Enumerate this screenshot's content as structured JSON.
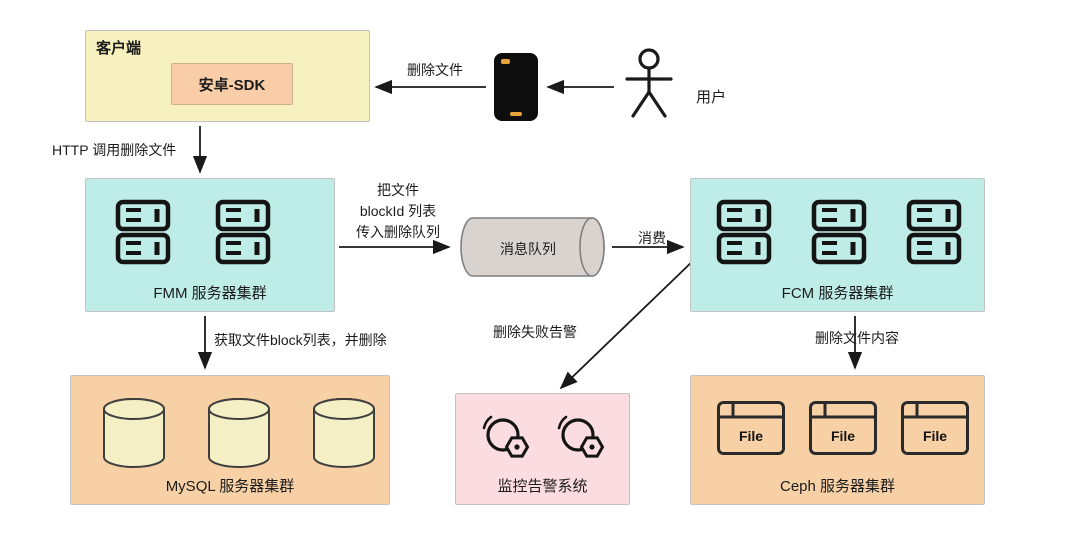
{
  "client": {
    "title": "客户端",
    "sdk": "安卓-SDK"
  },
  "user_label": "用户",
  "edges": {
    "delete_file": "删除文件",
    "http_delete": "HTTP 调用删除文件",
    "blockid": "把文件\nblockId 列表\n传入删除队列",
    "consume": "消费",
    "get_blocks": "获取文件block列表，并删除",
    "fail_alert": "删除失败告警",
    "delete_content": "删除文件内容"
  },
  "nodes": {
    "queue": "消息队列",
    "fmm": "FMM 服务器集群",
    "fcm": "FCM 服务器集群",
    "mysql": "MySQL 服务器集群",
    "monitor": "监控告警系统",
    "ceph": "Ceph 服务器集群",
    "file": "File"
  },
  "colors": {
    "client_bg": "#F7F1BF",
    "sdk_bg": "#F9CDA8",
    "cluster_bg": "#BEEDE7",
    "storage_bg": "#F7D0A6",
    "db_cylinder": "#F5EFC5",
    "queue_bg": "#D9D3D0",
    "monitor_bg": "#FBDCE0",
    "line": "#1a1a1a"
  }
}
